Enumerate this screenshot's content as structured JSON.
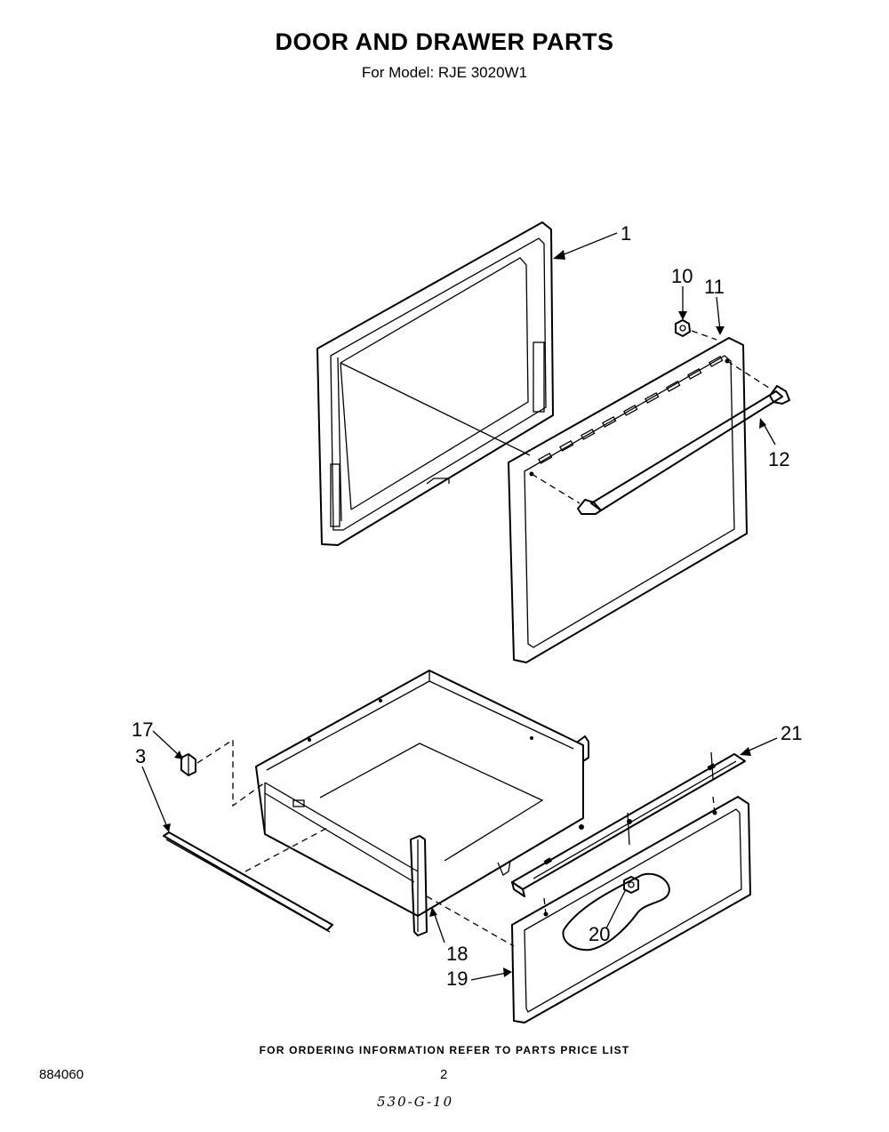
{
  "header": {
    "title": "DOOR AND DRAWER PARTS",
    "subtitle": "For Model: RJE 3020W1"
  },
  "callouts": {
    "c1": "1",
    "c3": "3",
    "c10": "10",
    "c11": "11",
    "c12": "12",
    "c17": "17",
    "c18": "18",
    "c19": "19",
    "c20": "20",
    "c21": "21"
  },
  "footer": {
    "ordering_note": "FOR ORDERING INFORMATION REFER TO PARTS PRICE LIST",
    "doc_number": "884060",
    "page_number": "2",
    "handwritten_code": "530-G-10"
  }
}
